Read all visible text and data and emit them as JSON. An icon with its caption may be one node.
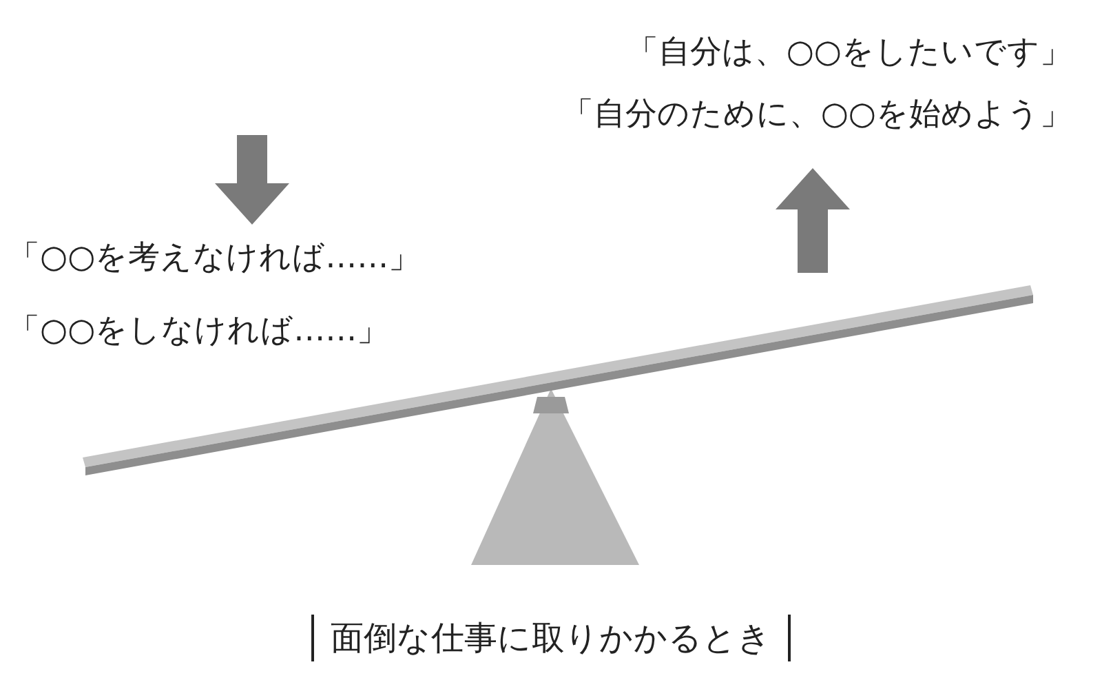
{
  "diagram": {
    "caption": "面倒な仕事に取りかかるとき",
    "labels": [
      "「自分は、○○をしたいです」",
      "「自分のために、○○を始めよう」",
      "「○○を考えなければ……」",
      "「○○をしなければ……」"
    ]
  }
}
